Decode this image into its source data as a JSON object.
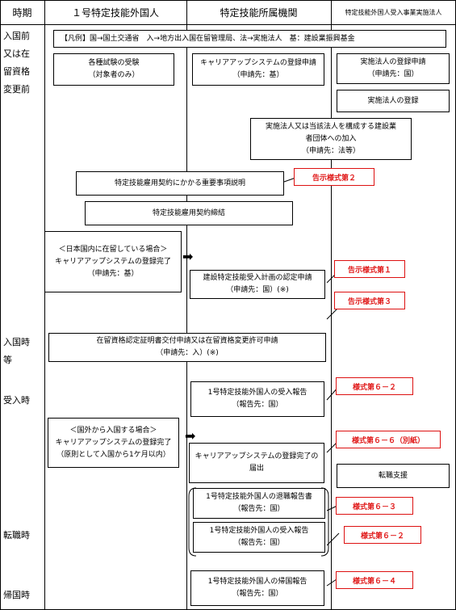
{
  "header": {
    "period": "時期",
    "foreign": "１号特定技能外国人",
    "affiliation": "特定技能所属機関",
    "organization": "特定技能外国人受入事業実施法人"
  },
  "periods": {
    "before_entry": "入国前\n又は在\n留資格\n変更前",
    "entry": "入国時\n等",
    "acceptance": "受入時",
    "job_change": "転職時",
    "return": "帰国時"
  },
  "legend": "【凡例】国→国土交通省　入→地方出入国在留管理局、法→実施法人　基：建設業振興基金",
  "boxes": {
    "exam": [
      "各種試験の受験",
      "（対象者のみ）"
    ],
    "career_apply": [
      "キャリアアップシステムの登録申請",
      "（申請先：基）"
    ],
    "org_register_apply": [
      "実施法人の登録申請",
      "（申請先：国）"
    ],
    "org_register": [
      "実施法人の登録"
    ],
    "join_group": [
      "実施法人又は当該法人を構成する建設業",
      "者団体への加入",
      "（申請先：法等）"
    ],
    "important_explain": [
      "特定技能雇用契約にかかる重要事項説明"
    ],
    "contract": [
      "特定技能雇用契約締結"
    ],
    "domestic_career": [
      "＜日本国内に在留している場合＞",
      "キャリアアップシステムの登録完了",
      "（申請先：基）"
    ],
    "plan_apply": [
      "建設特定技能受入計画の認定申請",
      "（申請先：国）(※)"
    ],
    "visa_apply": [
      "在留資格認定証明書交付申請又は在留資格変更許可申請",
      "（申請先：入）(※)"
    ],
    "accept_report": [
      "1号特定技能外国人の受入報告",
      "（報告先：国）"
    ],
    "overseas_career": [
      "＜国外から入国する場合＞",
      "キャリアアップシステムの登録完了",
      "（原則として入国から1ケ月以内）"
    ],
    "career_done": [
      "キャリアアップシステムの登録完了の",
      "届出"
    ],
    "job_support": [
      "転職支援"
    ],
    "retire_report": [
      "1号特定技能外国人の退職報告書",
      "（報告先：国）"
    ],
    "accept_report2": [
      "1号特定技能外国人の受入報告",
      "（報告先：国）"
    ],
    "return_report": [
      "1号特定技能外国人の帰国報告",
      "（報告先：国）"
    ]
  },
  "forms": {
    "f2": "告示様式第２",
    "f1": "告示様式第１",
    "f3": "告示様式第３",
    "f6_2a": "様式第６－２",
    "f6_6": "様式第６－６（別紙）",
    "f6_3": "様式第６－３",
    "f6_2b": "様式第６－２",
    "f6_4": "様式第６－４"
  },
  "colors": {
    "form_red": "#e01818",
    "line": "#000000"
  },
  "icons": {
    "arrow": "black-arrow-icon"
  }
}
